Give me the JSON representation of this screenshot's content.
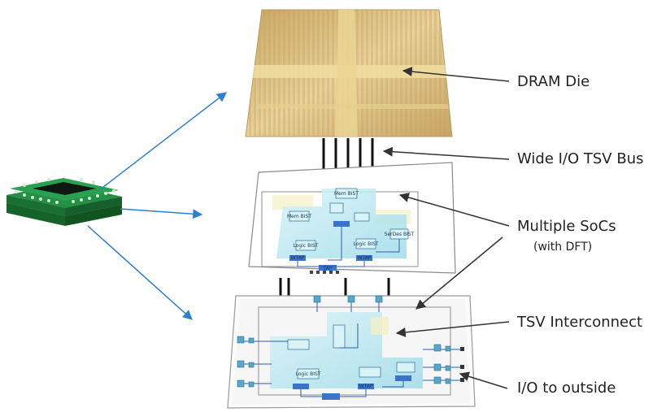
{
  "labels": {
    "dram_die": "DRAM Die",
    "wide_io_bus": "Wide I/O TSV Bus",
    "multiple_socs": "Multiple SoCs",
    "with_dft": "(with DFT)",
    "tsv_interconnect": "TSV Interconnect",
    "io_to_outside": "I/O to outside"
  },
  "soc_blocks": {
    "mem_bist_1": "Mem BIST",
    "mem_bist_2": "Mem BIST",
    "logic_bist_1": "Logic BIST",
    "logic_bist_2": "Logic BIST",
    "logic_bist_3": "Logic BIST",
    "serdes_bist": "SerDes BIST",
    "wtap_1": "WTAP",
    "wtap_2": "WTAP",
    "wtap_3": "WTAP",
    "tap": "TAP"
  },
  "colors": {
    "arrow_blue": "#2f7fd0",
    "arrow_dark": "#333333",
    "die_gold": "#d9bc7c",
    "block_cyan": "#bfe9f2",
    "bus_black": "#111111"
  }
}
